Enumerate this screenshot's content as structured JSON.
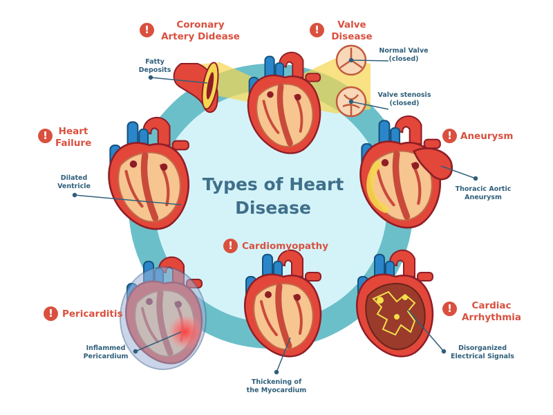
{
  "title": {
    "line1": "Types of Heart",
    "line2": "Disease"
  },
  "warning_glyph": "!",
  "diseases": {
    "coronary": {
      "line1": "Coronary",
      "line2": "Artery Didease"
    },
    "valve": {
      "line1": "Valve",
      "line2": "Disease"
    },
    "heart_failure": {
      "line1": "Heart",
      "line2": "Failure"
    },
    "aneurysm": {
      "line1": "Aneurysm"
    },
    "cardiomyopathy": {
      "line1": "Cardiomyopathy"
    },
    "pericarditis": {
      "line1": "Pericarditis"
    },
    "arrhythmia": {
      "line1": "Cardiac",
      "line2": "Arrhythmia"
    }
  },
  "notes": {
    "fatty": {
      "line1": "Fatty",
      "line2": "Deposits"
    },
    "normal_valve": {
      "line1": "Normal Valve",
      "line2": "(closed)"
    },
    "valve_stenosis": {
      "line1": "Valve stenosis",
      "line2": "(closed)"
    },
    "dilated": {
      "line1": "Dilated",
      "line2": "Ventricle"
    },
    "thoracic": {
      "line1": "Thoracic Aortic",
      "line2": "Aneurysm"
    },
    "inflamed": {
      "line1": "Inflammed",
      "line2": "Pericardium"
    },
    "thickening": {
      "line1": "Thickening of",
      "line2": "the Myocardium"
    },
    "disorganized": {
      "line1": "Disorganized",
      "line2": "Electrical Signals"
    }
  },
  "colors": {
    "ring": "#6bbfc9",
    "ring_inner": "#d4f3f8",
    "heart_red": "#e2473a",
    "heart_dark": "#8f1d26",
    "vessel_blue": "#2a86c9",
    "warning_red": "#d9503f",
    "text_blue": "#2f5f7a",
    "highlight_yellow": "#f5d650"
  }
}
